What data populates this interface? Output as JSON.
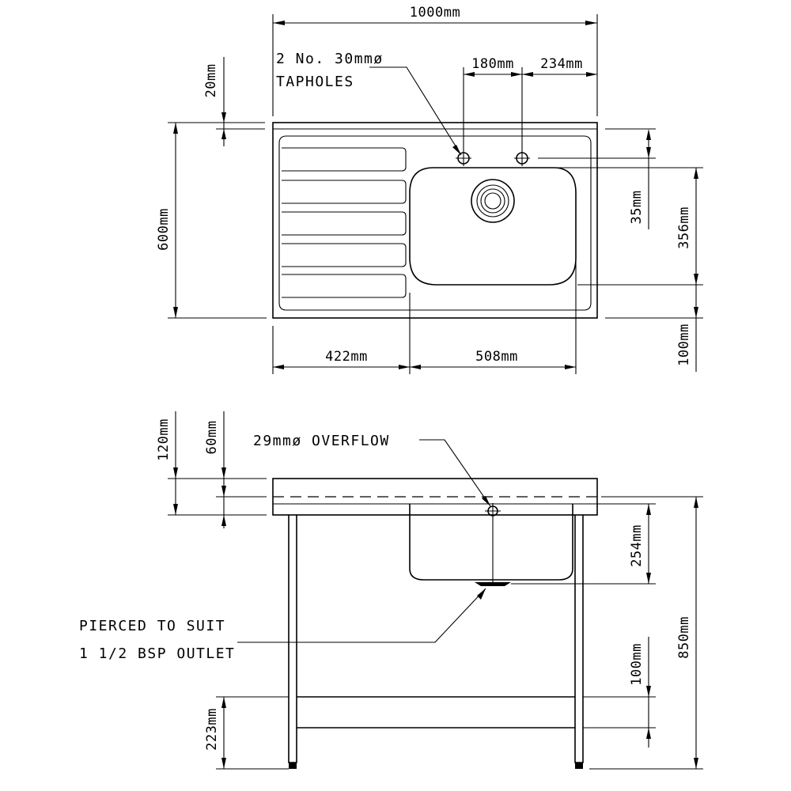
{
  "plan_view": {
    "dim_width": "1000mm",
    "dim_edge": "20mm",
    "dim_depth": "600mm",
    "dim_tap_spacing": "180mm",
    "dim_tap_offset": "234mm",
    "dim_tap_setback": "35mm",
    "dim_bowl_depth": "356mm",
    "dim_front": "100mm",
    "dim_drainer": "422mm",
    "dim_bowl_width": "508mm",
    "tapholes_line1": "2 No. 30mmø",
    "tapholes_line2": "TAPHOLES"
  },
  "elevation_view": {
    "dim_splashback": "120mm",
    "dim_top": "60mm",
    "dim_bowl_height": "254mm",
    "dim_height": "850mm",
    "dim_shelf_gap": "100mm",
    "dim_shelf_height": "223mm",
    "overflow_label": "29mmø OVERFLOW",
    "outlet_line1": "PIERCED TO SUIT",
    "outlet_line2": "1 1/2 BSP OUTLET"
  }
}
